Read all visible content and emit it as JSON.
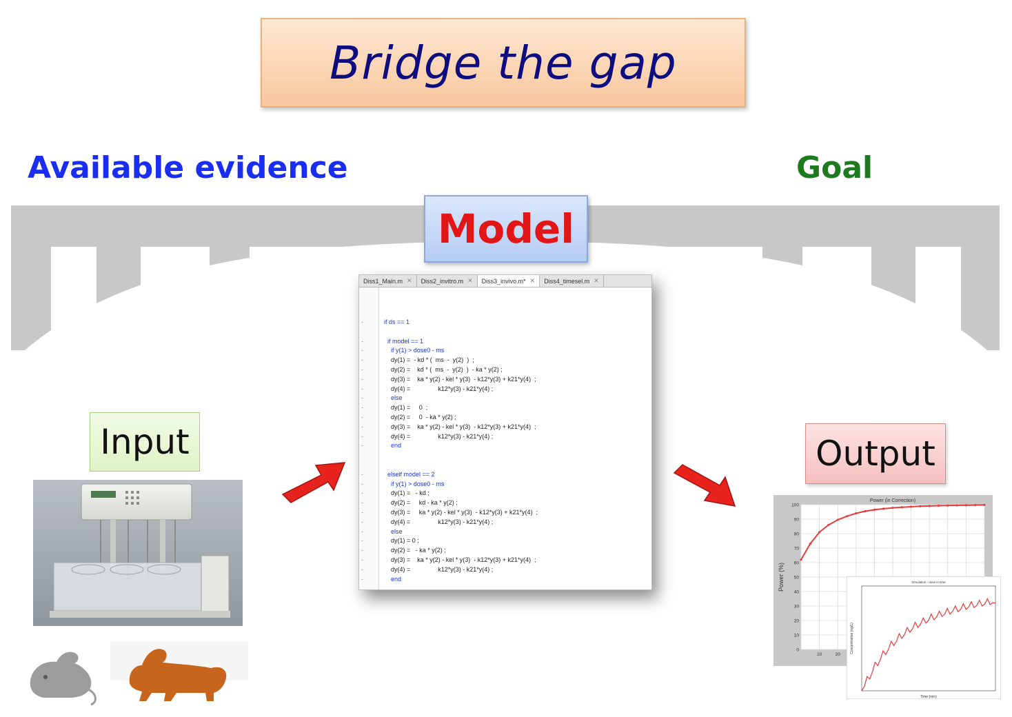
{
  "title": "Bridge the gap",
  "labels": {
    "available_evidence": "Available evidence",
    "goal": "Goal",
    "model": "Model",
    "input": "Input",
    "output": "Output"
  },
  "colors": {
    "title_text": "#0d0d80",
    "available_evidence": "#1a2df2",
    "goal": "#1e7a1e",
    "model_text": "#e21616",
    "bridge": "#c8c8c8",
    "arrow": "#e8221c",
    "code_keyword": "#1b34d4"
  },
  "editor": {
    "tabs": [
      {
        "label": "Diss1_Main.m",
        "active": false
      },
      {
        "label": "Diss2_invitro.m",
        "active": false
      },
      {
        "label": "Diss3_invivo.m*",
        "active": true
      },
      {
        "label": "Diss4_timesel.m",
        "active": false
      }
    ],
    "lines": [
      {
        "marker": "-",
        "text": "if ds == 1",
        "kw": true
      },
      {
        "marker": "",
        "text": "",
        "kw": false
      },
      {
        "marker": "-",
        "text": "  if model == 1",
        "kw": true
      },
      {
        "marker": "-",
        "text": "    if y(1) > dose0 - ms",
        "kw": true
      },
      {
        "marker": "-",
        "text": "    dy(1) =  - kd * (  ms  -  y(2)  )  ;",
        "kw": false
      },
      {
        "marker": "-",
        "text": "    dy(2) =    kd * (  ms  -  y(2)  )  - ka * y(2) ;",
        "kw": false
      },
      {
        "marker": "-",
        "text": "    dy(3) =    ka * y(2) - kel * y(3)  - k12*y(3) + k21*y(4)  ;",
        "kw": false
      },
      {
        "marker": "-",
        "text": "    dy(4) =                k12*y(3) - k21*y(4) ;",
        "kw": false
      },
      {
        "marker": "-",
        "text": "    else",
        "kw": true
      },
      {
        "marker": "-",
        "text": "    dy(1) =     0  ;",
        "kw": false
      },
      {
        "marker": "-",
        "text": "    dy(2) =     0  - ka * y(2) ;",
        "kw": false
      },
      {
        "marker": "-",
        "text": "    dy(3) =    ka * y(2) - kel * y(3)  - k12*y(3) + k21*y(4)  ;",
        "kw": false
      },
      {
        "marker": "-",
        "text": "    dy(4) =                k12*y(3) - k21*y(4) ;",
        "kw": false
      },
      {
        "marker": "-",
        "text": "    end",
        "kw": true
      },
      {
        "marker": "",
        "text": "",
        "kw": false
      },
      {
        "marker": "",
        "text": "",
        "kw": false
      },
      {
        "marker": "-",
        "text": "  elseif model == 2",
        "kw": true
      },
      {
        "marker": "-",
        "text": "    if y(1) > dose0 - ms",
        "kw": true
      },
      {
        "marker": "-",
        "text": "    dy(1) =   - kd ;",
        "kw": false
      },
      {
        "marker": "-",
        "text": "    dy(2) =     kd - ka * y(2) ;",
        "kw": false
      },
      {
        "marker": "-",
        "text": "    dy(3) =     ka * y(2) - kel * y(3)  - k12*y(3) + k21*y(4)  ;",
        "kw": false
      },
      {
        "marker": "-",
        "text": "    dy(4) =                k12*y(3) - k21*y(4) ;",
        "kw": false
      },
      {
        "marker": "-",
        "text": "    else",
        "kw": true
      },
      {
        "marker": "-",
        "text": "    dy(1) = 0 ;",
        "kw": false
      },
      {
        "marker": "-",
        "text": "    dy(2) =   - ka * y(2) ;",
        "kw": false
      },
      {
        "marker": "-",
        "text": "    dy(3) =    ka * y(2) - kel * y(3)  - k12*y(3) + k21*y(4)  ;",
        "kw": false
      },
      {
        "marker": "-",
        "text": "    dy(4) =                k12*y(3) - k21*y(4) ;",
        "kw": false
      },
      {
        "marker": "-",
        "text": "    end",
        "kw": true
      }
    ]
  },
  "chart_data": [
    {
      "type": "line",
      "title": "Power (in Correction)",
      "ylabel": "Power (%)",
      "xlabel": "",
      "ylim": [
        0,
        100
      ],
      "xlim": [
        0,
        100
      ],
      "yticks": [
        0,
        10,
        20,
        30,
        40,
        50,
        60,
        70,
        80,
        90,
        100
      ],
      "xticks_visible": [
        10,
        20
      ],
      "grid": true,
      "series": [
        {
          "color": "#e83a3a",
          "x": [
            0,
            5,
            10,
            15,
            20,
            25,
            30,
            35,
            40,
            45,
            50,
            55,
            60,
            65,
            70,
            75,
            80,
            85,
            90,
            95,
            100
          ],
          "y": [
            62,
            73,
            81,
            86,
            89.5,
            92,
            94,
            95.5,
            96.5,
            97.2,
            97.8,
            98.2,
            98.6,
            98.9,
            99.1,
            99.3,
            99.4,
            99.5,
            99.6,
            99.7,
            99.8
          ]
        }
      ]
    },
    {
      "type": "line",
      "title": "Simulation - dose in time",
      "ylabel": "Concentration (ng/L)",
      "xlabel": "Time (min)",
      "grid": false,
      "series": [
        {
          "color": "#e83a3a",
          "x": [
            0,
            2,
            4,
            6,
            8,
            10,
            12,
            14,
            16,
            18,
            20,
            22,
            24,
            26,
            28,
            30,
            32,
            34,
            36,
            38,
            40,
            42,
            44,
            46,
            48,
            50,
            52,
            54,
            56,
            58,
            60,
            62,
            64,
            66,
            68,
            70,
            72,
            74,
            76,
            78,
            80,
            82,
            84,
            86,
            88,
            90,
            92,
            94,
            96,
            98,
            100
          ],
          "y": [
            0.0,
            0.9,
            3.0,
            2.5,
            4.0,
            6.0,
            5.3,
            6.6,
            8.4,
            7.6,
            8.7,
            10.4,
            9.5,
            10.4,
            12.0,
            11.0,
            11.8,
            13.3,
            12.3,
            13.0,
            14.4,
            13.3,
            14.0,
            15.3,
            14.2,
            14.8,
            16.1,
            14.9,
            15.5,
            16.7,
            15.6,
            16.1,
            17.3,
            16.1,
            16.7,
            17.8,
            16.6,
            17.1,
            18.3,
            17.1,
            17.6,
            18.7,
            17.5,
            17.9,
            19.0,
            17.8,
            18.2,
            19.3,
            18.1,
            18.5,
            18.4
          ]
        }
      ]
    }
  ]
}
